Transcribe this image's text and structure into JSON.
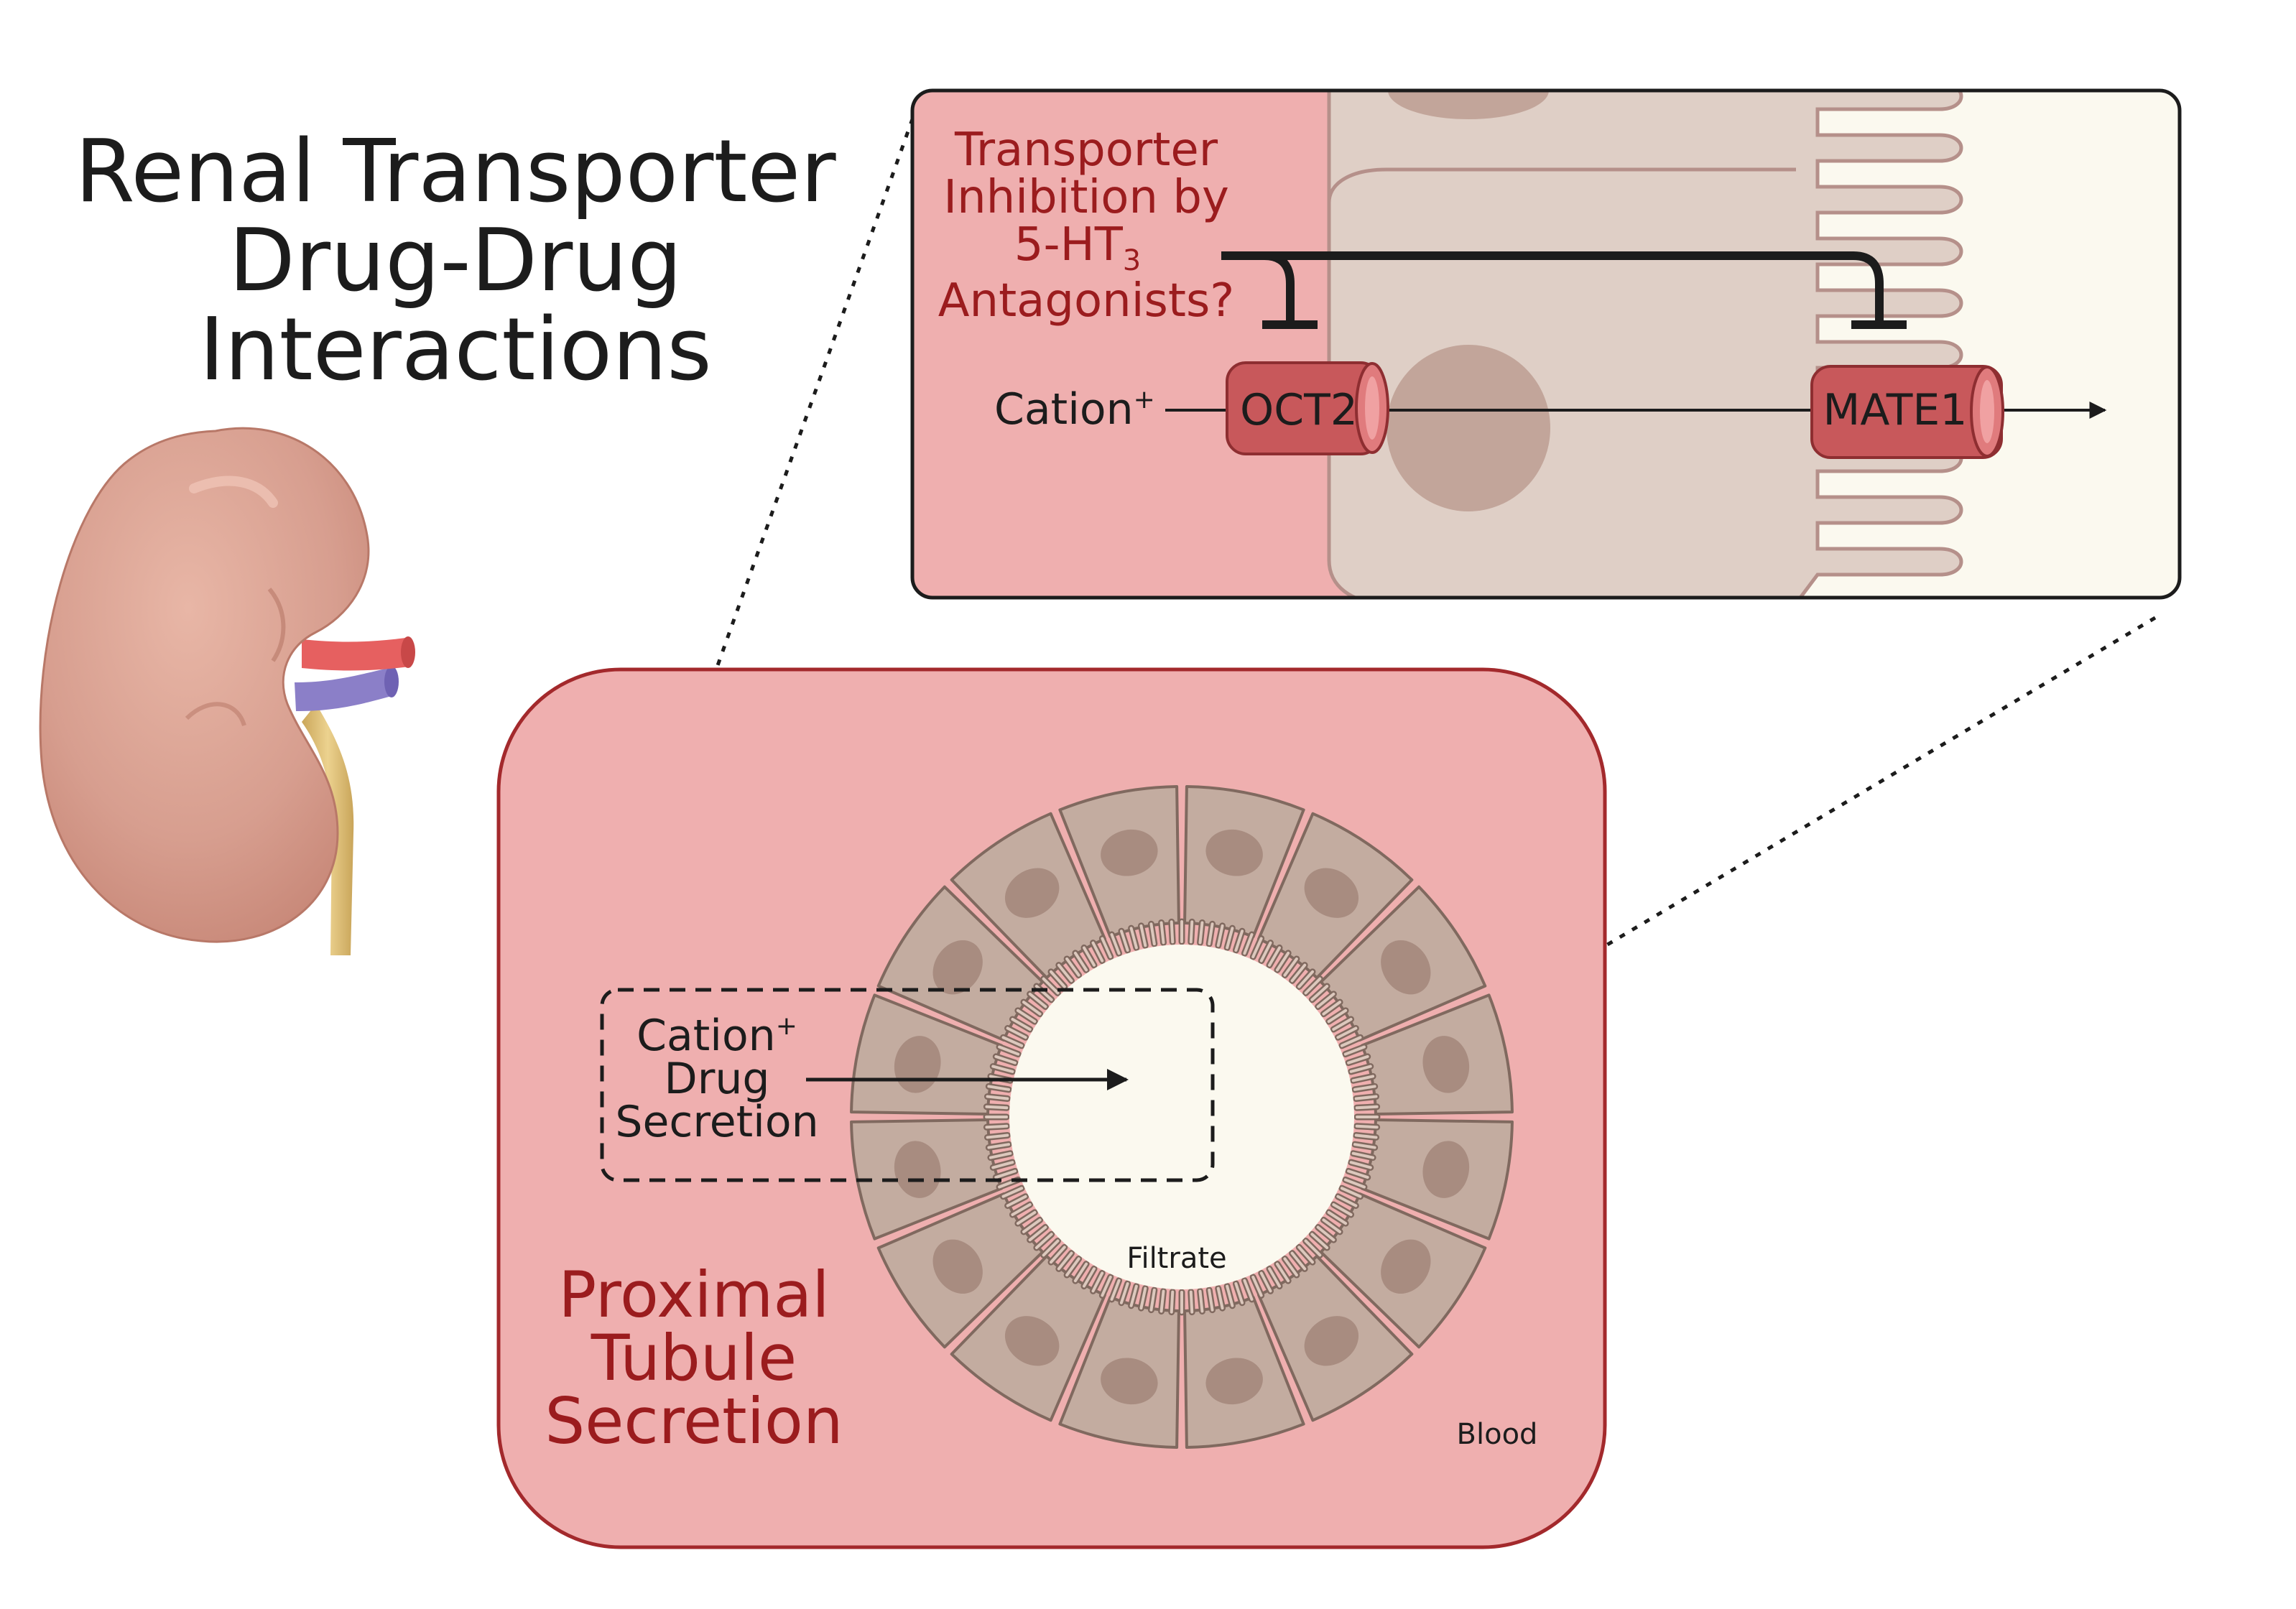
{
  "title": {
    "line1": "Renal Transporter",
    "line2": "Drug-Drug",
    "line3": "Interactions"
  },
  "inset": {
    "inhibition_line1": "Transporter",
    "inhibition_line2": "Inhibition by",
    "inhibition_line3_base": "5-HT",
    "inhibition_line3_sub": "3",
    "inhibition_line4": "Antagonists?",
    "cation_label": "Cation",
    "cation_sup": "+",
    "oct2_label": "OCT2",
    "mate1_label": "MATE1"
  },
  "tubule": {
    "section_line1": "Proximal",
    "section_line2": "Tubule",
    "section_line3": "Secretion",
    "secretion_line1": "Cation",
    "secretion_sup": "+",
    "secretion_line2": "Drug",
    "secretion_line3": "Secretion",
    "filtrate_label": "Filtrate",
    "blood_label": "Blood"
  },
  "colors": {
    "tubule_panel": "#efafaf",
    "panel_border": "#a3292c",
    "cell_fill": "#c3aca0",
    "cell_stroke": "#80695f",
    "nucleus": "#a88c80",
    "lumen": "#fbf9ef",
    "transporter": "#c8585b",
    "artery": "#e66060",
    "vein": "#8b7fc8",
    "ureter": "#e0c27a",
    "kidney": "#d79e8f"
  }
}
